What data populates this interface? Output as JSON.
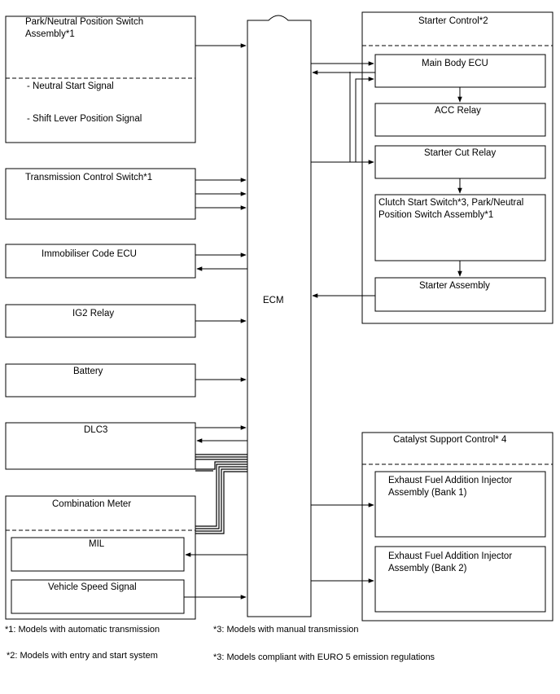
{
  "ecm": {
    "label": "ECM"
  },
  "left_blocks": {
    "pnp_switch": {
      "title_line1": "Park/Neutral Position Switch",
      "title_line2": "Assembly*1",
      "signal1": "- Neutral Start Signal",
      "signal2": "- Shift Lever Position Signal"
    },
    "transmission_switch": {
      "title": "Transmission Control Switch*1"
    },
    "immobiliser": {
      "title": "Immobiliser Code ECU"
    },
    "ig2_relay": {
      "title": "IG2 Relay"
    },
    "battery": {
      "title": "Battery"
    },
    "dlc3": {
      "title": "DLC3"
    },
    "combination_meter": {
      "title": "Combination Meter",
      "mil": "MIL",
      "speed_signal": "Vehicle Speed Signal"
    }
  },
  "starter_control": {
    "title": "Starter Control*2",
    "main_body_ecu": "Main Body ECU",
    "acc_relay": "ACC Relay",
    "starter_cut_relay": "Starter Cut Relay",
    "clutch_line1": "Clutch Start Switch*3,  Park/Neutral",
    "clutch_line2": "Position Switch Assembly*1",
    "starter_assembly": "Starter Assembly"
  },
  "catalyst_control": {
    "title": "Catalyst Support Control* 4",
    "bank1_line1": "Exhaust Fuel Addition Injector",
    "bank1_line2": "Assembly (Bank 1)",
    "bank2_line1": "Exhaust Fuel Addition Injector",
    "bank2_line2": "Assembly (Bank 2)"
  },
  "footnotes": {
    "n1": "*1: Models with automatic transmission",
    "n2": "*2: Models with entry and start system",
    "n3": "*3: Models with manual transmission",
    "n4": "*3: Models compliant with EURO 5 emission regulations"
  }
}
